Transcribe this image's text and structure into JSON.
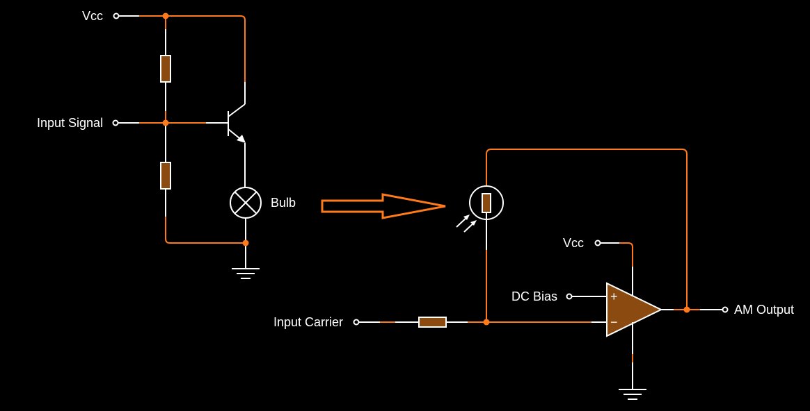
{
  "labels": {
    "vcc_top": "Vcc",
    "input_signal": "Input Signal",
    "bulb": "Bulb",
    "input_carrier": "Input Carrier",
    "vcc_opamp": "Vcc",
    "dc_bias": "DC Bias",
    "am_output": "AM Output",
    "plus": "+",
    "minus": "−"
  },
  "colors": {
    "wire_white": "#ffffff",
    "wire_orange": "#ff7a1a",
    "resistor_fill": "#8b4a0f",
    "opamp_fill": "#8b4a0f",
    "background": "#000000"
  }
}
